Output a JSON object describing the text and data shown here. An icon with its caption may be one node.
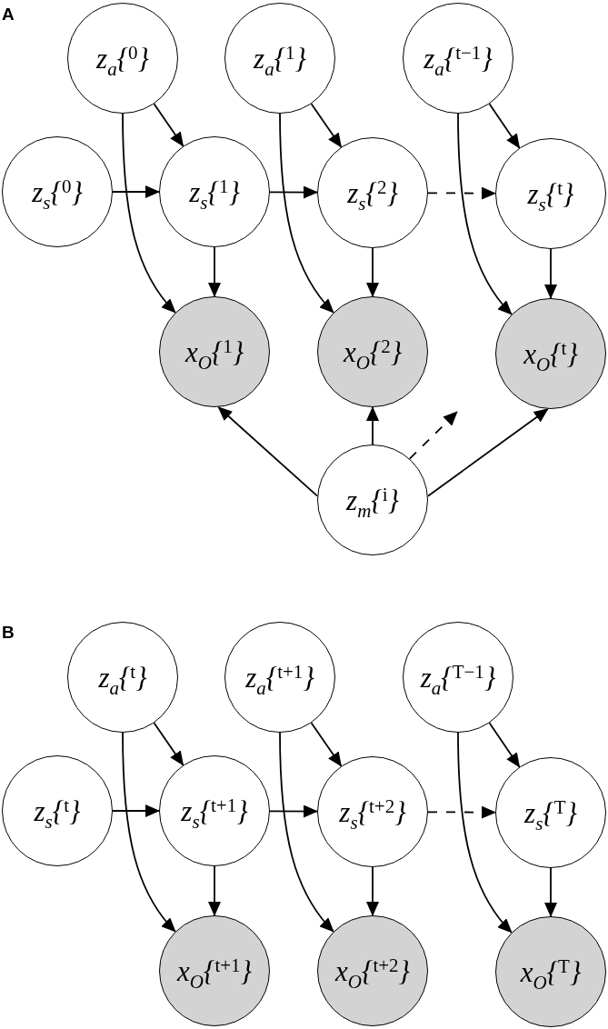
{
  "diagram": {
    "nodes": [
      {
        "text": [
          "z$_{a}${$^{0}$}"
        ]
      },
      {
        "text": [
          "z$_{a}${$^{1}$}"
        ]
      },
      {
        "text": [
          "z$_{a}${$^{t−1}$}"
        ]
      },
      {
        "text": [
          "z$_{s}${$^{0}$}"
        ]
      },
      {
        "text": [
          "z$_{s}${$^{1}$}"
        ]
      },
      {
        "text": [
          "z$_{s}${$^{2}$}"
        ]
      },
      {
        "text": [
          "z$_{s}${$^{t}$}"
        ]
      },
      {
        "text": [
          "x$_{O}${$^{1}$}"
        ]
      },
      {
        "text": [
          "x$_{O}${$^{2}$}"
        ]
      },
      {
        "text": [
          "x$_{O}${$^{t}$}"
        ]
      },
      {
        "text": [
          "z$_{m}${$^{i}$}"
        ]
      },
      {
        "text": [
          "z$_{a}${$^{t}$}"
        ]
      },
      {
        "text": [
          "z$_{a}${$^{t+1}$}"
        ]
      },
      {
        "text": [
          "z$_{a}${$^{T−1}$}"
        ]
      },
      {
        "text": [
          "z$_{s}${$^{t}$}"
        ]
      },
      {
        "text": [
          "z$_{s}${$^{t+1}$}"
        ]
      },
      {
        "text": [
          "z$_{s}${$^{t+2}$}"
        ]
      },
      {
        "text": [
          "z$_{s}${$^{T}$}"
        ]
      },
      {
        "text": [
          "x$_{O}${$^{t+1}$}"
        ]
      },
      {
        "text": [
          "x$_{O}${$^{t+2}$}"
        ]
      },
      {
        "text": [
          "x$_{O}${$^{T}$}"
        ]
      }
    ],
    "edges": [
      {
        "from": 0,
        "to": 4,
        "arrow": "to"
      },
      {
        "from": 0,
        "to": 7,
        "arrow": "to"
      },
      {
        "from": 3,
        "to": 4,
        "arrow": "to"
      },
      {
        "from": 4,
        "to": 7,
        "arrow": "to"
      },
      {
        "from": 4,
        "to": 5,
        "arrow": "to"
      },
      {
        "from": 1,
        "to": 5,
        "arrow": "to"
      },
      {
        "from": 1,
        "to": 8,
        "arrow": "to"
      },
      {
        "from": 5,
        "to": 8,
        "arrow": "to"
      },
      {
        "from": 5,
        "to": 6,
        "arrow": "to",
        "style": "dashed"
      },
      {
        "from": 2,
        "to": 6,
        "arrow": "to"
      },
      {
        "from": 2,
        "to": 9,
        "arrow": "to"
      },
      {
        "from": 6,
        "to": 9,
        "arrow": "to"
      },
      {
        "from": 10,
        "to": 7,
        "arrow": "to"
      },
      {
        "from": 10,
        "to": 8,
        "arrow": "to"
      },
      {
        "from": 10,
        "to": null,
        "arrow": "to",
        "style": "dashed"
      },
      {
        "from": 10,
        "to": 9,
        "arrow": "to"
      },
      {
        "from": 11,
        "to": 15,
        "arrow": "to"
      },
      {
        "from": 11,
        "to": 18,
        "arrow": "to"
      },
      {
        "from": 14,
        "to": 15,
        "arrow": "to"
      },
      {
        "from": 15,
        "to": 18,
        "arrow": "to"
      },
      {
        "from": 15,
        "to": 16,
        "arrow": "to"
      },
      {
        "from": 12,
        "to": 16,
        "arrow": "to"
      },
      {
        "from": 12,
        "to": 19,
        "arrow": "to"
      },
      {
        "from": 16,
        "to": 19,
        "arrow": "to"
      },
      {
        "from": 16,
        "to": 17,
        "arrow": "to",
        "style": "dashed"
      },
      {
        "from": 13,
        "to": 17,
        "arrow": "to"
      },
      {
        "from": 13,
        "to": 20,
        "arrow": "to"
      },
      {
        "from": 17,
        "to": 20,
        "arrow": "to"
      }
    ],
    "labels": [
      "A",
      "B"
    ]
  }
}
